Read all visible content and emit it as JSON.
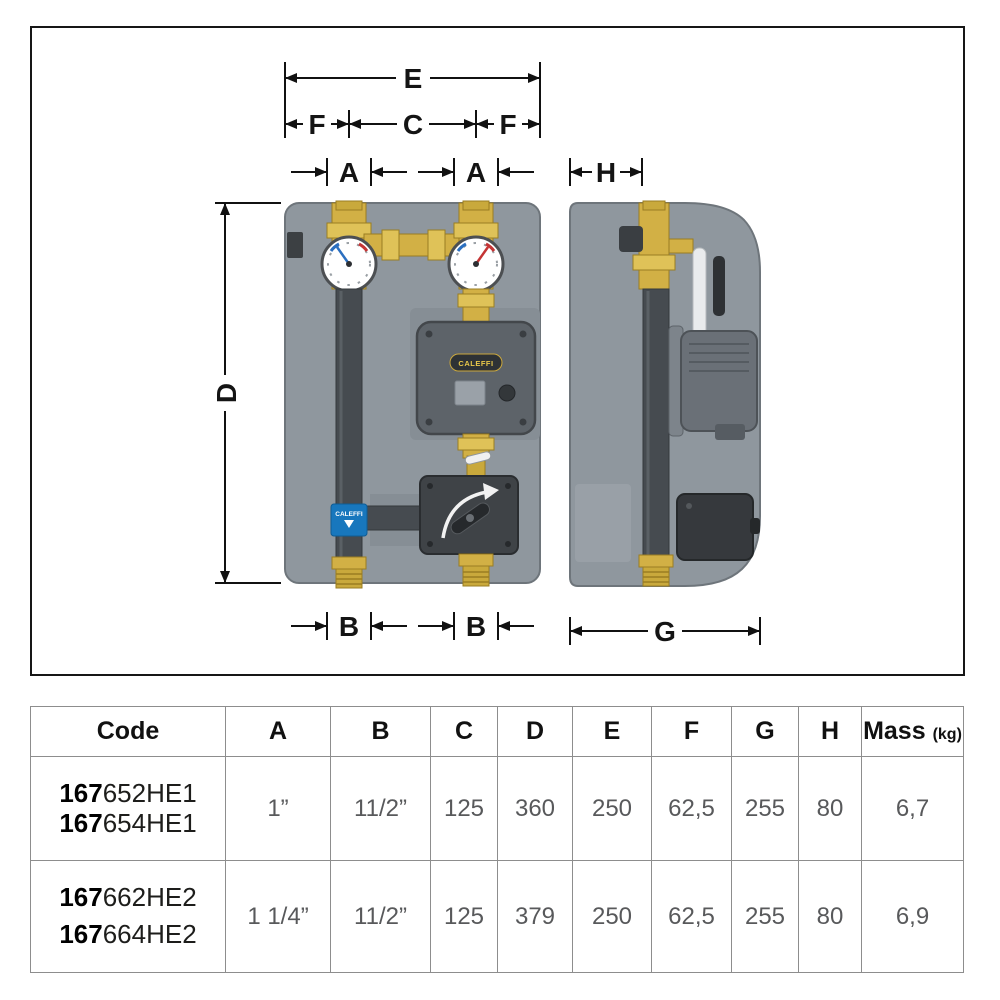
{
  "drawing": {
    "labels": {
      "e": "E",
      "f_left": "F",
      "c": "C",
      "f_right": "F",
      "a_left": "A",
      "a_right": "A",
      "h": "H",
      "d": "D",
      "b_left": "B",
      "b_right": "B",
      "g": "G"
    },
    "pump_brand": "CALEFFI",
    "pipe_label": "CALEFFI"
  },
  "table": {
    "headers": {
      "code": "Code",
      "dims": [
        "A",
        "B",
        "C",
        "D",
        "E",
        "F",
        "G",
        "H"
      ],
      "mass_label": "Mass",
      "mass_unit": "(kg)"
    },
    "rows": [
      {
        "codes": [
          {
            "bold": "167",
            "rest": "652HE1"
          },
          {
            "bold": "167",
            "rest": "654HE1"
          }
        ],
        "values": [
          "1”",
          "11/2”",
          "125",
          "360",
          "250",
          "62,5",
          "255",
          "80",
          "6,7"
        ]
      },
      {
        "codes": [
          {
            "bold": "167",
            "rest": "662HE2"
          },
          {
            "bold": "167",
            "rest": "664HE2"
          }
        ],
        "values": [
          "1 1/4”",
          "11/2”",
          "125",
          "379",
          "250",
          "62,5",
          "255",
          "80",
          "6,9"
        ]
      }
    ]
  }
}
